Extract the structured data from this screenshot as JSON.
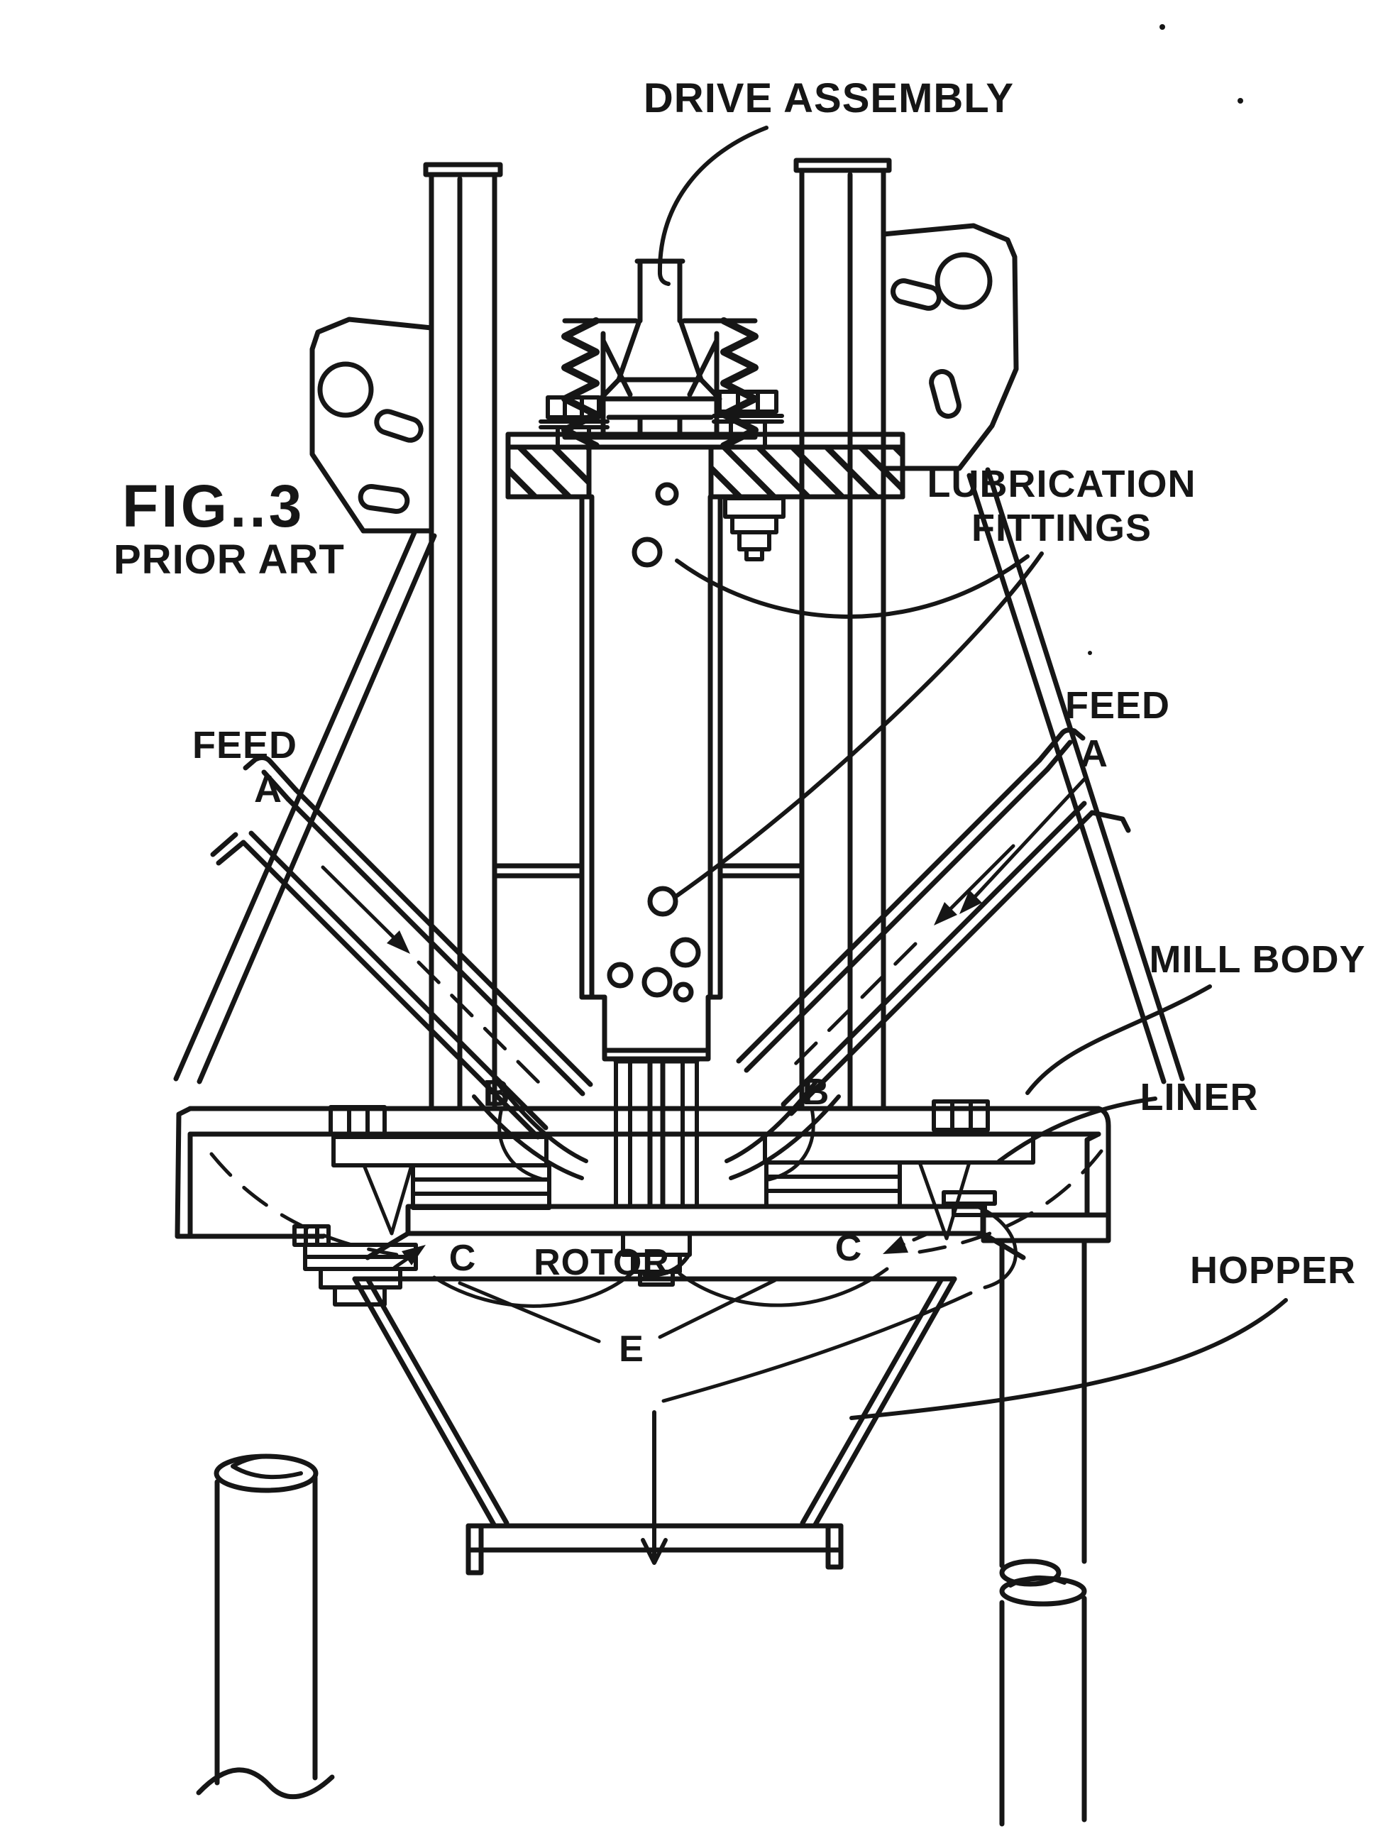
{
  "figure": {
    "number": "FIG..3",
    "note": "PRIOR ART"
  },
  "labels": {
    "drive_assembly": "DRIVE ASSEMBLY",
    "lubrication_line1": "LUBRICATION",
    "lubrication_line2": "FITTINGS",
    "feed_left": {
      "line1": "FEED",
      "line2": "A"
    },
    "feed_right": {
      "line1": "FEED",
      "line2": "A"
    },
    "mill_body": "MILL BODY",
    "liner": "LINER",
    "hopper": "HOPPER",
    "rotor": "ROTOR",
    "flow_b_left": "B",
    "flow_b_right": "B",
    "flow_c_left": "C",
    "flow_c_right": "C",
    "flow_e": "E"
  },
  "colors": {
    "ink": "#161616",
    "paper": "#ffffff"
  }
}
